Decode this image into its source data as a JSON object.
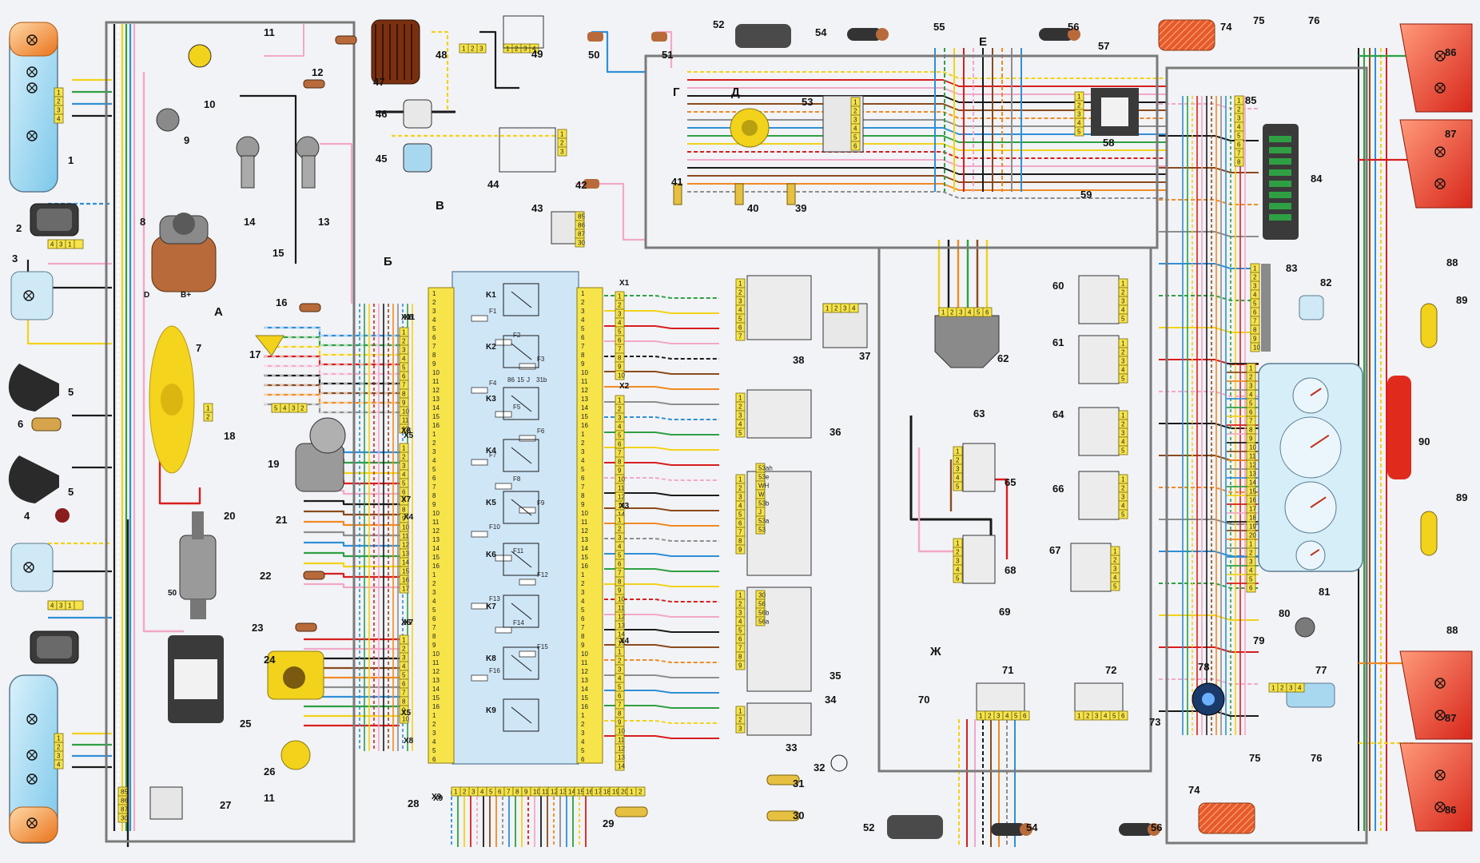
{
  "diagram": {
    "component_numbers": [
      "1",
      "2",
      "3",
      "4",
      "5",
      "6",
      "7",
      "8",
      "9",
      "10",
      "11",
      "12",
      "13",
      "14",
      "15",
      "16",
      "17",
      "18",
      "19",
      "20",
      "21",
      "22",
      "23",
      "24",
      "25",
      "26",
      "27",
      "28",
      "29",
      "30",
      "31",
      "32",
      "33",
      "34",
      "35",
      "36",
      "37",
      "38",
      "39",
      "40",
      "41",
      "42",
      "43",
      "44",
      "45",
      "46",
      "47",
      "48",
      "49",
      "50",
      "51",
      "52",
      "53",
      "54",
      "55",
      "56",
      "57",
      "58",
      "59",
      "60",
      "61",
      "62",
      "63",
      "64",
      "65",
      "66",
      "67",
      "68",
      "69",
      "70",
      "71",
      "72",
      "73",
      "74",
      "75",
      "76",
      "77",
      "78",
      "79",
      "80",
      "81",
      "82",
      "83",
      "84",
      "85",
      "86",
      "87",
      "88",
      "89",
      "90"
    ],
    "group_letters": [
      "А",
      "Б",
      "В",
      "Г",
      "Д",
      "Е",
      "Ж"
    ],
    "connectors": [
      "X1",
      "X2",
      "X3",
      "X4",
      "X5",
      "X6",
      "X7",
      "X8",
      "X9",
      "X11"
    ],
    "relays": [
      "K1",
      "K2",
      "K3",
      "K4",
      "K5",
      "K6",
      "K7",
      "K8",
      "K9"
    ],
    "fuses": [
      "F1",
      "F2",
      "F3",
      "F4",
      "F5",
      "F6",
      "F7",
      "F8",
      "F9",
      "F10",
      "F11",
      "F12",
      "F13",
      "F14",
      "F15",
      "F16"
    ],
    "terminals": {
      "relay_43": [
        "85",
        "86",
        "87",
        "30"
      ],
      "relay_27": [
        "85",
        "86",
        "87",
        "30"
      ],
      "switch_35": [
        "30",
        "56",
        "56b",
        "56a"
      ],
      "switch_36_pins": [
        "53ah",
        "53e",
        "WH",
        "W",
        "53b",
        "J",
        "53a",
        "53"
      ],
      "relay_k3": [
        "86",
        "15",
        "J",
        "31b"
      ]
    },
    "generator_marks": [
      "D",
      "B+"
    ],
    "pin_seq": [
      "1",
      "2",
      "3",
      "4",
      "5",
      "6",
      "7",
      "8",
      "9",
      "10",
      "11",
      "12",
      "13",
      "14",
      "15",
      "16",
      "17",
      "18",
      "19",
      "20"
    ],
    "wire_colors": {
      "red": "#d81e1e",
      "yellow": "#f2d21b",
      "green": "#2ea043",
      "blue": "#2f8fd6",
      "brown": "#8a4a1e",
      "pink": "#f2a8c8",
      "orange": "#f08a24",
      "black": "#1a1a1a",
      "gray": "#8e8e8e",
      "white_black": "#ffffff"
    },
    "icons": [
      "headlamp-icon",
      "horn-icon",
      "fan-icon",
      "wiper-icon",
      "washer-icon",
      "oil-icon",
      "fog-icon",
      "hazard-icon",
      "key-icon",
      "fuel-icon",
      "rear-heater-icon",
      "seat-heater-icon",
      "lamp-icon",
      "temperature-icon",
      "brake-icon"
    ]
  }
}
